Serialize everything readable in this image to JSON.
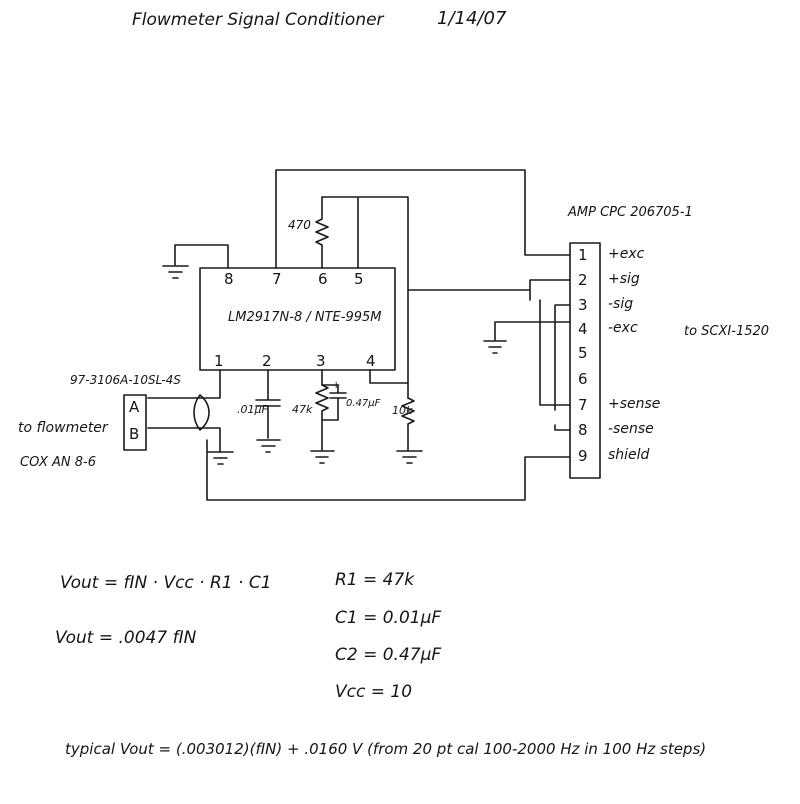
{
  "header": {
    "title": "Flowmeter Signal Conditioner",
    "date": "1/14/07"
  },
  "ic": {
    "label": "LM2917N-8 / NTE-995M",
    "top_pins": [
      "8",
      "7",
      "6",
      "5"
    ],
    "bottom_pins": [
      "1",
      "2",
      "3",
      "4"
    ]
  },
  "components": {
    "r_470": "470",
    "c_01": ".01µF",
    "r_47k": "47k",
    "c_047": "0.47µF",
    "r_10k": "10k",
    "cap_polarity": "+"
  },
  "input_connector": {
    "part": "97-3106A-10SL-4S",
    "pins": [
      "A",
      "B"
    ],
    "label": "to flowmeter",
    "model": "COX AN 8-6"
  },
  "output_connector": {
    "part": "AMP CPC 206705-1",
    "destination": "to SCXI-1520",
    "pins": [
      {
        "num": "1",
        "label": "+exc"
      },
      {
        "num": "2",
        "label": "+sig"
      },
      {
        "num": "3",
        "label": "-sig"
      },
      {
        "num": "4",
        "label": "-exc"
      },
      {
        "num": "5",
        "label": ""
      },
      {
        "num": "6",
        "label": ""
      },
      {
        "num": "7",
        "label": "+sense"
      },
      {
        "num": "8",
        "label": "-sense"
      },
      {
        "num": "9",
        "label": "shield"
      }
    ]
  },
  "equations": {
    "vout_formula": "Vout = fIN · Vcc · R1 · C1",
    "vout_simplified": "Vout = .0047 fIN",
    "r1": "R1 = 47k",
    "c1": "C1 = 0.01µF",
    "c2": "C2 = 0.47µF",
    "vcc": "Vcc = 10",
    "typical": "typical Vout = (.003012)(fIN) + .0160 V   (from 20 pt cal 100-2000 Hz in 100 Hz steps)"
  }
}
